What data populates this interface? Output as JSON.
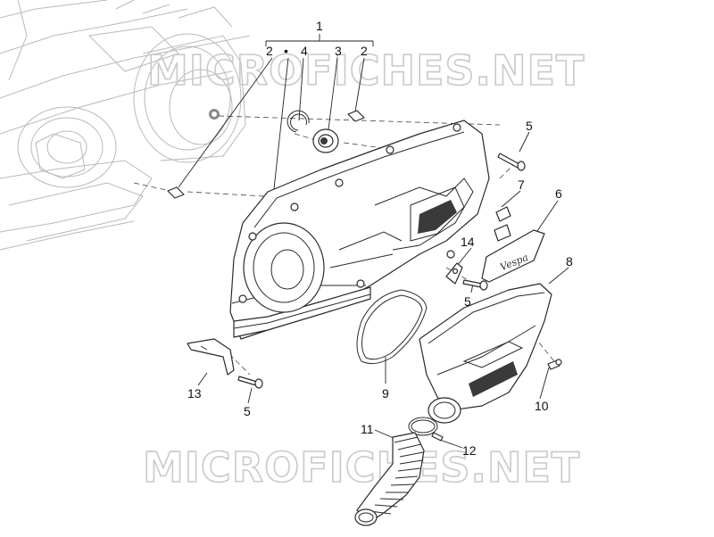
{
  "watermarks": [
    "MICROFICHES.NET",
    "MICROFICHES.NET"
  ],
  "callouts": {
    "c1": "1",
    "c2a": "2",
    "c_dot": "•",
    "c4": "4",
    "c3": "3",
    "c2b": "2",
    "c5a": "5",
    "c7": "7",
    "c6": "6",
    "c14": "14",
    "c5b": "5",
    "c8": "8",
    "c9": "9",
    "c13": "13",
    "c5c": "5",
    "c10": "10",
    "c11": "11",
    "c12": "12"
  },
  "logo_text": "Vespa"
}
